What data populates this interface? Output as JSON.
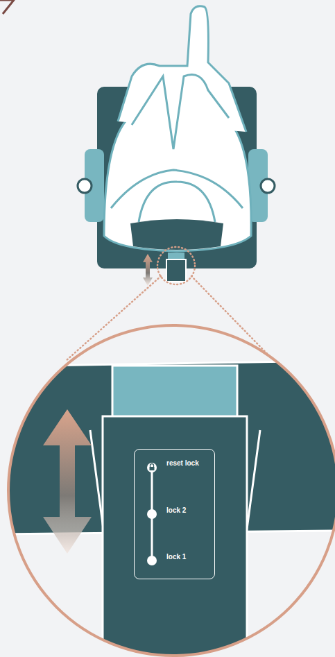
{
  "diagram": {
    "nodes": [
      {
        "text": [
          "reset lock",
          "lock 2",
          "lock 1"
        ]
      }
    ]
  }
}
